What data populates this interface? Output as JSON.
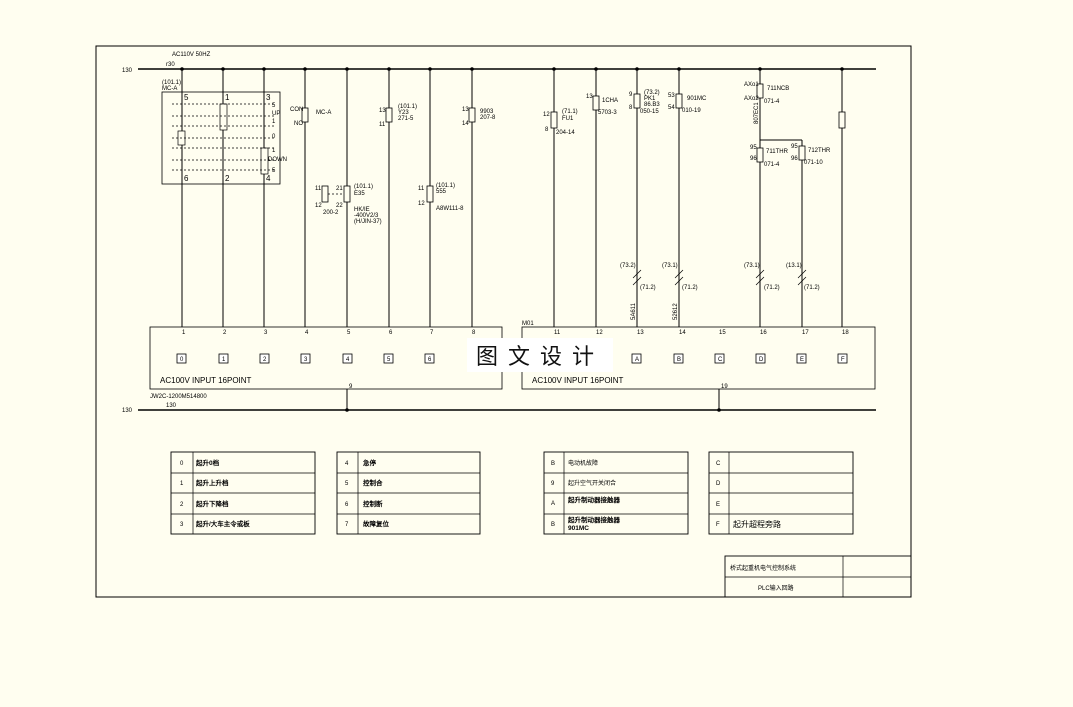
{
  "supply": {
    "voltage": "AC110V 50HZ",
    "left_wire": "130",
    "top_label": "r30",
    "bottom_wire": "130",
    "bottom_label": "130",
    "plc_model": "JW2C-1200M514800"
  },
  "master_switch": {
    "ref": "(101.1)",
    "name": "MC-A",
    "terms": [
      "5",
      "1",
      "3",
      "6",
      "2",
      "4"
    ],
    "marks": [
      "5",
      "UP",
      "1",
      "0",
      "1",
      "DOWN",
      "5"
    ]
  },
  "rungs": {
    "r4": {
      "t1": "CON",
      "t2": "NO",
      "name": "MC-A"
    },
    "r5": {
      "t1": "11",
      "t2": "12",
      "t3": "21",
      "t4": "22",
      "ref": "(101.1)",
      "name": "E35",
      "code": "200-2",
      "note": "HK/IE",
      "note2": "-400V2/3",
      "note3": "(H/JIN-37)"
    },
    "r6": {
      "t1": "13",
      "t2": "11",
      "ref": "(101.1)",
      "name": "Y23",
      "code": "271-5"
    },
    "r7": {
      "t1": "11",
      "t2": "12",
      "ref": "(101.1)",
      "name": "555",
      "code": "A8W111-8"
    },
    "r8": {
      "t1": "13",
      "t2": "14",
      "name": "9903",
      "code": "207-8"
    },
    "r11": {
      "t1": "12",
      "t2": "8",
      "ref": "(71.1)",
      "name": "FU1",
      "code": "204-14"
    },
    "r12": {
      "t1": "13",
      "name": "1CHA",
      "code": "5703-3"
    },
    "r13": {
      "t1": "9",
      "t2": "8",
      "ref": "(73.2)",
      "name": "PK1",
      "name2": "86.B3",
      "code": "050-15",
      "ref2": "(73.2)",
      "ref3": "(71.2)",
      "lbl": "5A611"
    },
    "r14": {
      "t1": "53",
      "t2": "54",
      "name": "901MC",
      "code": "010-19",
      "ref2": "(73.1)",
      "ref3": "(71.2)",
      "lbl": "52612"
    },
    "r16": {
      "t1": "AXo1",
      "t2": "AXo2",
      "name": "711NCB",
      "code": "071-4",
      "vlabel": "807EC1",
      "t3": "95",
      "t4": "96",
      "name2": "711THR",
      "code2": "071-4",
      "ref2": "(73.1)",
      "ref3": "(71.2)"
    },
    "r17": {
      "t1": "95",
      "t2": "96",
      "name": "712THR",
      "code": "071-10",
      "ref2": "(13.1)",
      "ref3": "(71.2)"
    }
  },
  "plc": {
    "tag": "M01",
    "numbers": [
      "1",
      "2",
      "3",
      "4",
      "5",
      "6",
      "7",
      "8",
      "11",
      "12",
      "13",
      "14",
      "15",
      "16",
      "17",
      "18"
    ],
    "inputs": [
      "0",
      "1",
      "2",
      "3",
      "4",
      "5",
      "6",
      "A",
      "B",
      "C",
      "D",
      "E",
      "F"
    ],
    "left_title": "AC100V INPUT 16POINT",
    "right_title": "AC100V INPUT 16POINT",
    "left_com": "9",
    "right_com": "19"
  },
  "watermark": "图文设计",
  "legend": [
    {
      "code": "0",
      "text": "起升0档"
    },
    {
      "code": "1",
      "text": "起升上升档"
    },
    {
      "code": "2",
      "text": "起升下降档"
    },
    {
      "code": "3",
      "text": "起升/大车主令或板"
    },
    {
      "code": "4",
      "text": "急停"
    },
    {
      "code": "5",
      "text": "控制合"
    },
    {
      "code": "6",
      "text": "控制断"
    },
    {
      "code": "7",
      "text": "故障复位"
    },
    {
      "code": "B",
      "text": "电动机故障"
    },
    {
      "code": "9",
      "text": "起升空气开关闭合"
    },
    {
      "code": "A",
      "text": "起升制动器接触器"
    },
    {
      "code": "B",
      "text": "起升制动器接触器",
      "text2": "901MC"
    },
    {
      "code": "C",
      "text": ""
    },
    {
      "code": "D",
      "text": ""
    },
    {
      "code": "E",
      "text": ""
    },
    {
      "code": "F",
      "text": "起升超程旁路"
    }
  ],
  "titleblock": {
    "project": "桥式起重机电气控制系统",
    "drawing": "PLC输入回路"
  }
}
